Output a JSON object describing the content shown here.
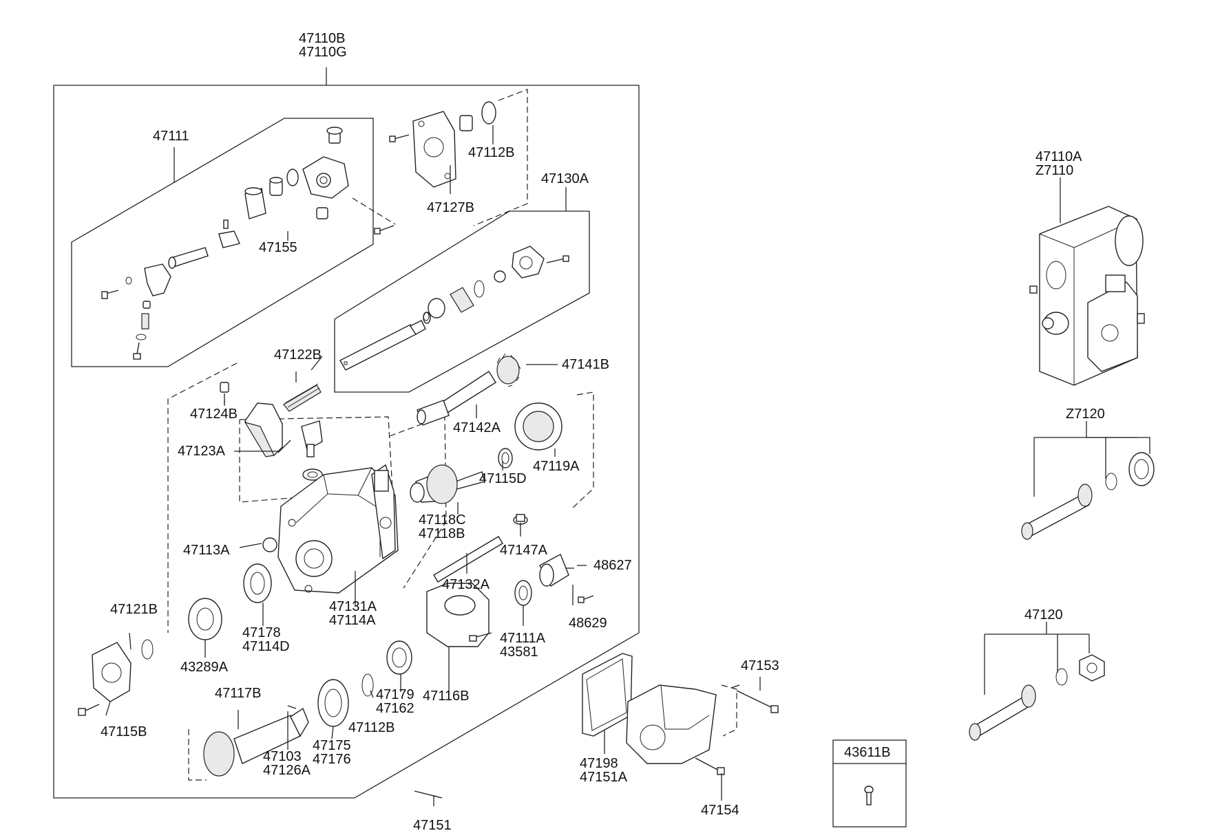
{
  "labels": {
    "main_assy": [
      "47110B",
      "47110G"
    ],
    "p47111": "47111",
    "p47155": "47155",
    "p47112B_top": "47112B",
    "p47127B": "47127B",
    "p47130A": "47130A",
    "p47122B": "47122B",
    "p47124B": "47124B",
    "p47123A": "47123A",
    "p47141B": "47141B",
    "p47142A": "47142A",
    "p47115D": "47115D",
    "p47119A": "47119A",
    "p47118": [
      "47118C",
      "47118B"
    ],
    "p47113A": "47113A",
    "p47147A": "47147A",
    "p48627": "48627",
    "p47132A": "47132A",
    "p47131": [
      "47131A",
      "47114A"
    ],
    "p48629": "48629",
    "p47121B": "47121B",
    "p47178": [
      "47178",
      "47114D"
    ],
    "p43289A": "43289A",
    "p47111A": [
      "47111A",
      "43581"
    ],
    "p47115B": "47115B",
    "p47117B": "47117B",
    "p47179": [
      "47179",
      "47162"
    ],
    "p47116B": "47116B",
    "p47112B_low": "47112B",
    "p47103": [
      "47103",
      "47126A"
    ],
    "p47175": [
      "47175",
      "47176"
    ],
    "p47151": "47151",
    "p47153": "47153",
    "p47198": [
      "47198",
      "47151A"
    ],
    "p47154": "47154",
    "p43611B": "43611B",
    "p47110A": [
      "47110A",
      "Z7110"
    ],
    "pZ7120": "Z7120",
    "p47120": "47120"
  }
}
